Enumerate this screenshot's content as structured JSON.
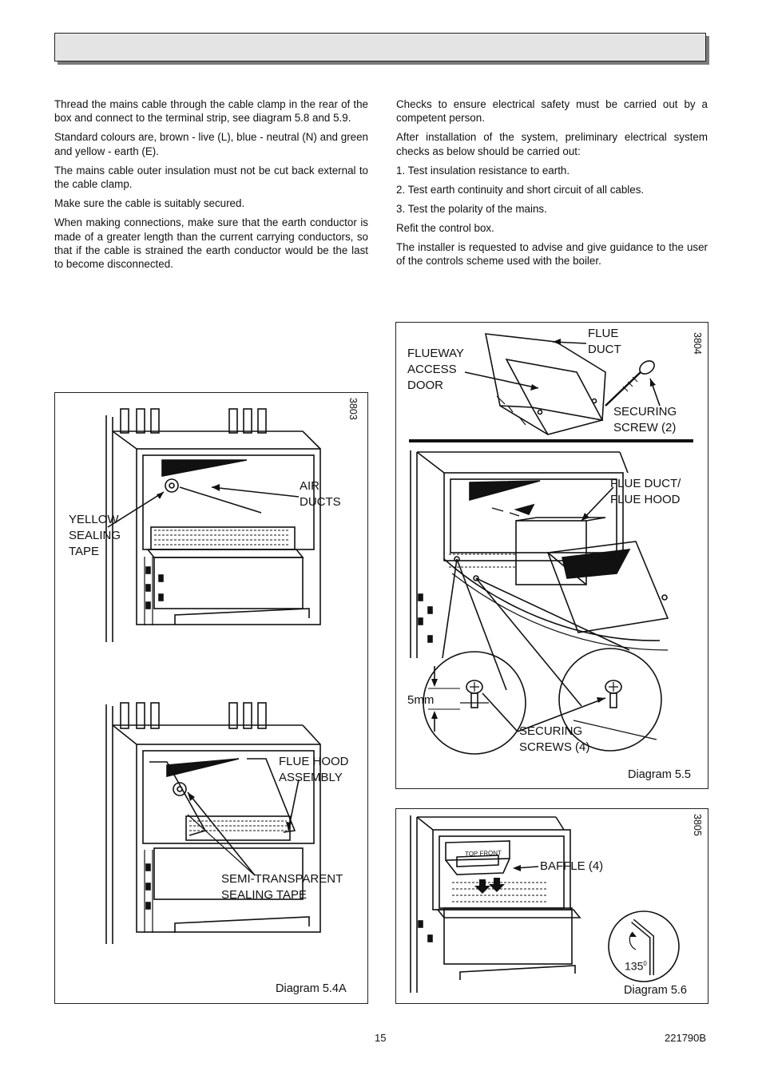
{
  "left_column": {
    "paragraphs": [
      "Thread the mains cable through the  cable clamp in the rear of the box and connect to the terminal strip, see diagram 5.8 and 5.9.",
      "Standard colours are, brown - live (L), blue - neutral (N) and green and yellow - earth (E).",
      "The mains cable outer insulation must not be cut back external to the cable clamp.",
      "Make sure the cable is suitably secured.",
      "When making connections, make sure that the earth conductor is made of a greater length than the current carrying conductors, so that if the cable is strained the earth conductor would be the last to become disconnected."
    ]
  },
  "right_column": {
    "intro": "Checks to ensure electrical safety must be carried out by a competent person.",
    "lead": "After installation of the system, preliminary electrical system checks as below should be carried out:",
    "checks": [
      "1.  Test insulation resistance to earth.",
      "2.  Test earth continuity and short circuit of all cables.",
      "3.  Test the polarity of the mains."
    ],
    "refit": "Refit the control box.",
    "advise": "The installer is requested to advise and give guidance to the user of the controls scheme used with the boiler."
  },
  "diagram_5_4a": {
    "ref": "3803",
    "caption": "Diagram  5.4A",
    "labels": {
      "air_ducts": "AIR\nDUCTS",
      "yellow_tape": "YELLOW\nSEALING\nTAPE",
      "flue_hood_assembly": "FLUE HOOD\nASSEMBLY",
      "semi_transparent_tape": "SEMI-TRANSPARENT\nSEALING TAPE"
    }
  },
  "diagram_5_5": {
    "ref": "3804",
    "caption": "Diagram  5.5",
    "labels": {
      "flue_duct": "FLUE\nDUCT",
      "flueway_access_door": "FLUEWAY\nACCESS\nDOOR",
      "securing_screw": "SECURING\nSCREW (2)",
      "flue_duct_hood": "FLUE DUCT/\nFLUE HOOD",
      "gap": "5mm",
      "securing_screws": "SECURING\nSCREWS (4)"
    }
  },
  "diagram_5_6": {
    "ref": "3805",
    "caption": "Diagram  5.6",
    "labels": {
      "baffle": "BAFFLE (4)",
      "angle": "135",
      "angle_sup": "0",
      "baffle_print": "TOP  FRONT"
    }
  },
  "footer": {
    "page_number": "15",
    "doc_code": "221790B"
  }
}
